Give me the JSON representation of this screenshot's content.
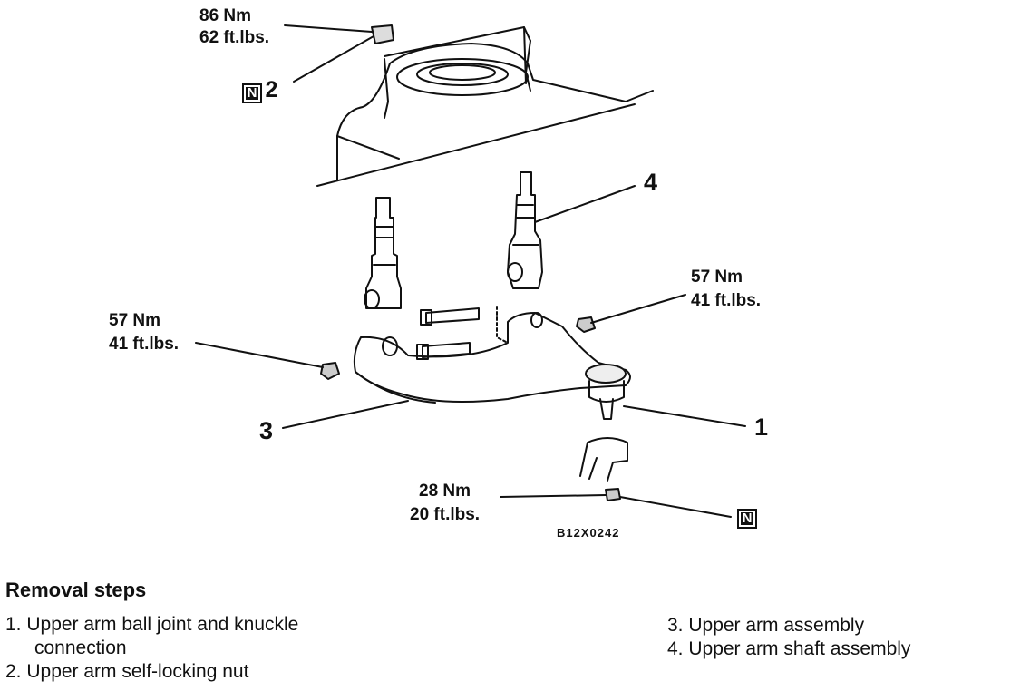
{
  "callouts": {
    "torque_top": {
      "nm": "86 Nm",
      "ftlbs": "62 ft.lbs."
    },
    "torque_left": {
      "nm": "57 Nm",
      "ftlbs": "41 ft.lbs."
    },
    "torque_right": {
      "nm": "57 Nm",
      "ftlbs": "41 ft.lbs."
    },
    "torque_bottom": {
      "nm": "28 Nm",
      "ftlbs": "20 ft.lbs."
    },
    "n_top": {
      "badge": "N",
      "number": "2"
    },
    "n_bottom": {
      "badge": "N"
    },
    "part_1": "1",
    "part_3": "3",
    "part_4": "4",
    "figure_code": "B12X0242"
  },
  "removal": {
    "title": "Removal steps",
    "step1_line1": "1. Upper arm ball joint and knuckle",
    "step1_line2": "connection",
    "step2": "2. Upper arm self-locking nut",
    "step3": "3. Upper arm assembly",
    "step4": "4. Upper arm shaft assembly"
  }
}
